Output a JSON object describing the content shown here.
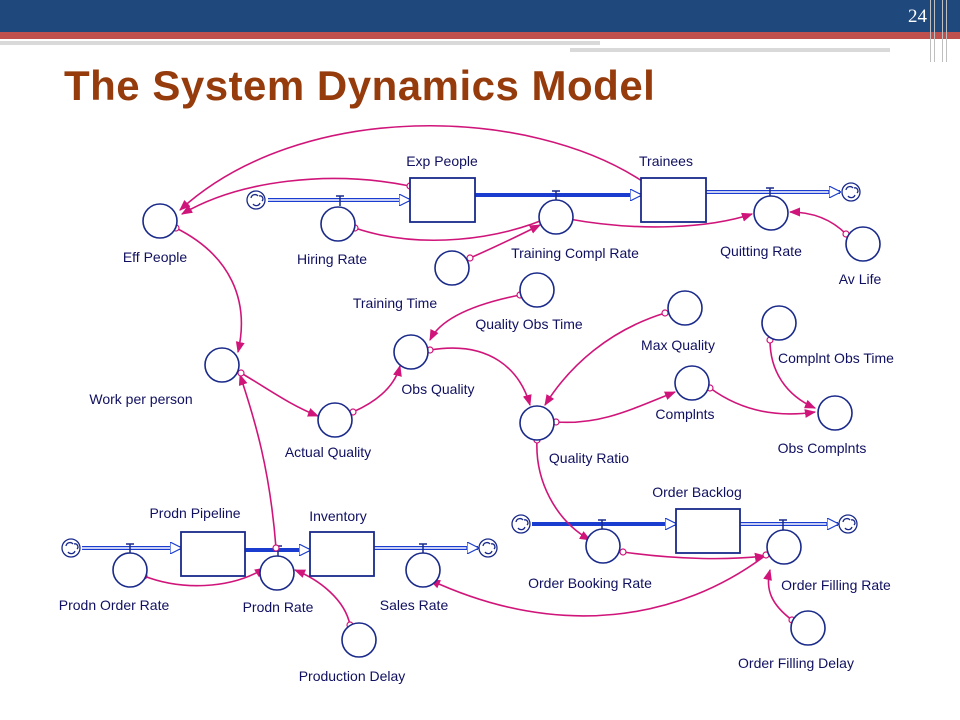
{
  "slide": {
    "number": "24",
    "title": "The System Dynamics Model"
  },
  "diagram": {
    "stocks": {
      "exp_people": "Exp People",
      "trainees": "Trainees",
      "prodn_pipeline": "Prodn Pipeline",
      "inventory": "Inventory",
      "order_backlog": "Order Backlog"
    },
    "variables": {
      "eff_people": "Eff People",
      "hiring_rate": "Hiring Rate",
      "training_compl_rate": "Training Compl Rate",
      "quitting_rate": "Quitting Rate",
      "av_life": "Av Life",
      "training_time": "Training Time",
      "quality_obs_time": "Quality Obs Time",
      "max_quality": "Max Quality",
      "complnt_obs_time": "Complnt Obs Time",
      "work_per_person": "Work per person",
      "obs_quality": "Obs Quality",
      "actual_quality": "Actual Quality",
      "quality_ratio": "Quality Ratio",
      "complnts": "Complnts",
      "obs_complnts": "Obs Complnts",
      "prodn_order_rate": "Prodn Order Rate",
      "prodn_rate": "Prodn Rate",
      "sales_rate": "Sales Rate",
      "production_delay": "Production Delay",
      "order_booking_rate": "Order Booking Rate",
      "order_filling_rate": "Order Filling Rate",
      "order_filling_delay": "Order Filling Delay"
    }
  },
  "colors": {
    "header_bar": "#1f497d",
    "accent_line": "#c0504d",
    "title": "#953b0c",
    "flow": "#1a3ccf",
    "link": "#d0157a",
    "node_stroke": "#1a2a8a",
    "label": "#101060"
  }
}
